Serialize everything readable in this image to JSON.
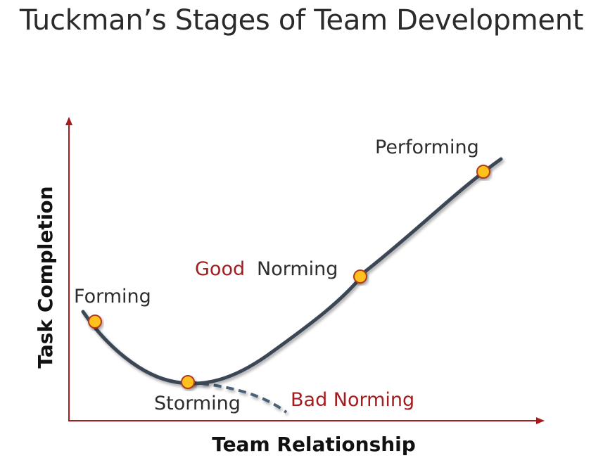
{
  "title": "Tuckman’s Stages of Team Development",
  "axes": {
    "x_label": "Team Relationship",
    "y_label": "Task Completion",
    "axis_color": "#a51c1f"
  },
  "stages": {
    "forming": "Forming",
    "storming": "Storming",
    "norming": "Norming",
    "performing": "Performing"
  },
  "qualifiers": {
    "good": "Good",
    "bad_norming": "Bad Norming"
  },
  "colors": {
    "curve": "#3b4654",
    "dashed_curve": "#4a6178",
    "marker_fill": "#ffc21a",
    "marker_stroke": "#b23a1e",
    "qualifier_text": "#a51c1f"
  }
}
